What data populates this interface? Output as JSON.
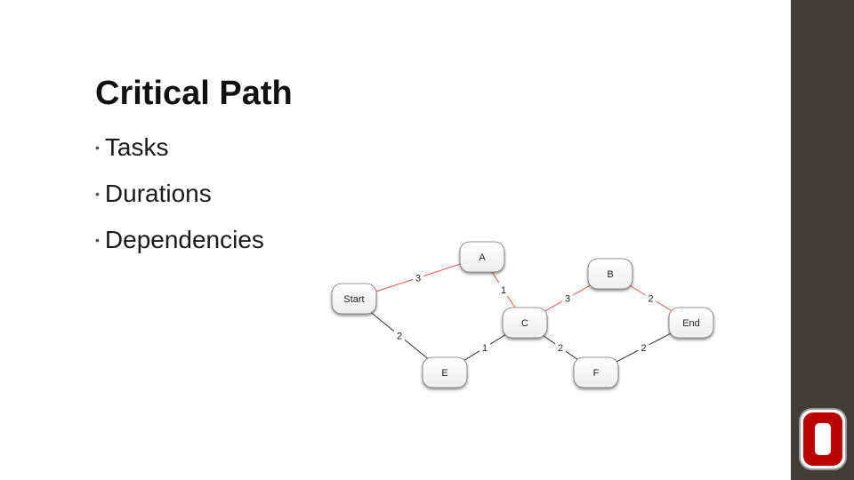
{
  "slide": {
    "title": "Critical Path",
    "bullets": [
      "Tasks",
      "Durations",
      "Dependencies"
    ]
  },
  "diagram": {
    "nodes": [
      {
        "id": "start",
        "label": "Start"
      },
      {
        "id": "a",
        "label": "A"
      },
      {
        "id": "b",
        "label": "B"
      },
      {
        "id": "c",
        "label": "C"
      },
      {
        "id": "e",
        "label": "E"
      },
      {
        "id": "f",
        "label": "F"
      },
      {
        "id": "end",
        "label": "End"
      }
    ],
    "edges": [
      {
        "from": "start",
        "to": "a",
        "weight": "3",
        "critical": true
      },
      {
        "from": "a",
        "to": "c",
        "weight": "1",
        "critical": true
      },
      {
        "from": "c",
        "to": "b",
        "weight": "3",
        "critical": true
      },
      {
        "from": "b",
        "to": "end",
        "weight": "2",
        "critical": true
      },
      {
        "from": "start",
        "to": "e",
        "weight": "2",
        "critical": false
      },
      {
        "from": "e",
        "to": "c",
        "weight": "1",
        "critical": false
      },
      {
        "from": "c",
        "to": "f",
        "weight": "2",
        "critical": false
      },
      {
        "from": "f",
        "to": "end",
        "weight": "2",
        "critical": false
      }
    ],
    "colors": {
      "critical": "#d9534f",
      "normal": "#333333"
    }
  },
  "logo": {
    "letter": "O",
    "color": "#bb0000"
  }
}
